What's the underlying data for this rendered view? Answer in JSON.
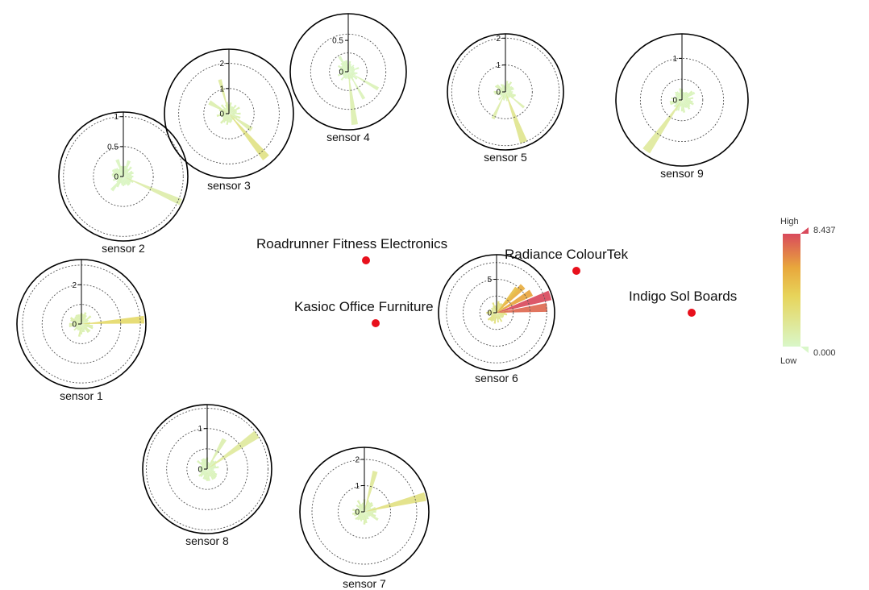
{
  "chart_data": {
    "type": "radial-bar-map",
    "factories": [
      {
        "name": "Roadrunner Fitness Electronics"
      },
      {
        "name": "Kasioc Office Furniture"
      },
      {
        "name": "Radiance ColourTek"
      },
      {
        "name": "Indigo Sol Boards"
      }
    ],
    "legend": {
      "high_label": "High",
      "low_label": "Low",
      "max_value": "8.437",
      "min_value": "0.000",
      "max": 8.437,
      "min": 0,
      "colors": [
        "#d9f7c9",
        "#e7d45a",
        "#e8a73c",
        "#d94a5c"
      ]
    },
    "sensors": [
      {
        "name": "sensor 1",
        "rmax": 3.2,
        "rings": [
          1,
          2,
          3
        ],
        "tick_labels": [
          "0",
          "2"
        ],
        "tick_values": [
          0,
          2
        ],
        "spikes": [
          {
            "deg": 86,
            "value": 3.2,
            "width": 7
          },
          {
            "deg": 30,
            "value": 0.15,
            "width": 10
          }
        ]
      },
      {
        "name": "sensor 2",
        "rmax": 1.05,
        "rings": [
          0.5,
          1.0
        ],
        "tick_labels": [
          "0",
          "0.5",
          "1"
        ],
        "tick_values": [
          0,
          0.5,
          1
        ],
        "spikes": [
          {
            "deg": 114,
            "value": 1.05,
            "width": 6
          },
          {
            "deg": 220,
            "value": 0.3,
            "width": 12
          },
          {
            "deg": 340,
            "value": 0.3,
            "width": 12
          },
          {
            "deg": 20,
            "value": 0.28,
            "width": 12
          }
        ]
      },
      {
        "name": "sensor 3",
        "rmax": 2.5,
        "rings": [
          1,
          2
        ],
        "tick_labels": [
          "0",
          "1",
          "2"
        ],
        "tick_values": [
          0,
          1,
          2
        ],
        "spikes": [
          {
            "deg": 140,
            "value": 2.3,
            "width": 8
          },
          {
            "deg": 125,
            "value": 1.1,
            "width": 10
          },
          {
            "deg": 345,
            "value": 1.4,
            "width": 6
          },
          {
            "deg": 300,
            "value": 0.9,
            "width": 12
          }
        ]
      },
      {
        "name": "sensor 4",
        "rmax": 0.9,
        "rings": [
          0.3,
          0.6
        ],
        "tick_labels": [
          "0",
          "0.5"
        ],
        "tick_values": [
          0,
          0.5
        ],
        "spikes": [
          {
            "deg": 173,
            "value": 0.85,
            "width": 7
          },
          {
            "deg": 120,
            "value": 0.55,
            "width": 6
          },
          {
            "deg": 150,
            "value": 0.5,
            "width": 6
          },
          {
            "deg": 330,
            "value": 0.28,
            "width": 10
          }
        ]
      },
      {
        "name": "sensor 5",
        "rmax": 2.1,
        "rings": [
          1,
          2
        ],
        "tick_labels": [
          "0",
          "1",
          "2"
        ],
        "tick_values": [
          0,
          1,
          2
        ],
        "spikes": [
          {
            "deg": 160,
            "value": 2.0,
            "width": 8
          },
          {
            "deg": 205,
            "value": 1.1,
            "width": 7
          },
          {
            "deg": 130,
            "value": 0.9,
            "width": 6
          },
          {
            "deg": 70,
            "value": 0.3,
            "width": 8
          }
        ]
      },
      {
        "name": "sensor 6",
        "rmax": 8.437,
        "rings": [
          2.5,
          5,
          7.5
        ],
        "tick_labels": [
          "0",
          "5"
        ],
        "tick_values": [
          0,
          5
        ],
        "spikes": [
          {
            "deg": 60,
            "value": 6.0,
            "width": 10
          },
          {
            "deg": 45,
            "value": 5.6,
            "width": 10
          },
          {
            "deg": 40,
            "value": 4.8,
            "width": 9
          },
          {
            "deg": 72,
            "value": 8.437,
            "width": 10
          },
          {
            "deg": 84,
            "value": 7.6,
            "width": 10
          },
          {
            "deg": 270,
            "value": 0.4,
            "width": 8
          }
        ]
      },
      {
        "name": "sensor 7",
        "rmax": 2.4,
        "rings": [
          1,
          2
        ],
        "tick_labels": [
          "0",
          "1",
          "2"
        ],
        "tick_values": [
          0,
          1,
          2
        ],
        "spikes": [
          {
            "deg": 76,
            "value": 2.4,
            "width": 8
          },
          {
            "deg": 15,
            "value": 1.6,
            "width": 7
          },
          {
            "deg": 120,
            "value": 0.6,
            "width": 10
          }
        ]
      },
      {
        "name": "sensor 8",
        "rmax": 1.55,
        "rings": [
          0.5,
          1.0,
          1.5
        ],
        "tick_labels": [
          "0",
          "1"
        ],
        "tick_values": [
          0,
          1
        ],
        "spikes": [
          {
            "deg": 55,
            "value": 1.5,
            "width": 8
          },
          {
            "deg": 30,
            "value": 0.85,
            "width": 8
          }
        ]
      },
      {
        "name": "sensor 9",
        "rmax": 1.55,
        "rings": [
          0.5,
          1.0
        ],
        "tick_labels": [
          "0",
          "1"
        ],
        "tick_values": [
          0,
          1
        ],
        "spikes": [
          {
            "deg": 215,
            "value": 1.5,
            "width": 8
          },
          {
            "deg": 60,
            "value": 0.35,
            "width": 10
          }
        ]
      }
    ]
  }
}
